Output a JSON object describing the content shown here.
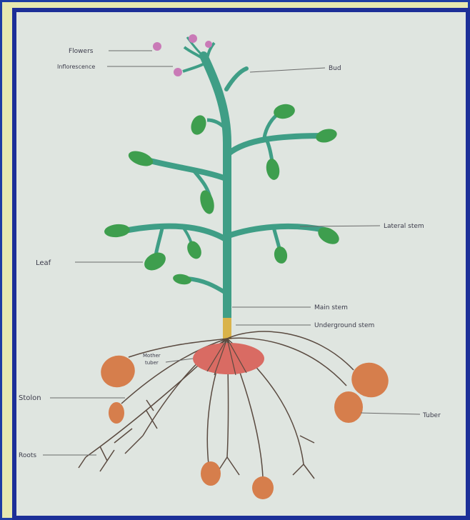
{
  "labels": {
    "flowers": "Flowers",
    "inflorescence": "Inflorescence",
    "bud": "Bud",
    "lateral_stem": "Lateral stem",
    "leaf": "Leaf",
    "main_stem": "Main stem",
    "underground_stem": "Underground stem",
    "mother_tuber_1": "Mother",
    "mother_tuber_2": "tuber",
    "stolon": "Stolon",
    "tuber": "Tuber",
    "roots": "Roots"
  },
  "colors": {
    "stem": "#3f9e86",
    "leaf": "#3e9e4e",
    "flower": "#c97ab7",
    "tuber": "#d67e4c",
    "mother_tuber": "#d96b63",
    "root": "#5a4a40",
    "label_line": "#6a6a6a",
    "paper": "#dfe5e0",
    "frame": "#1c2f98"
  }
}
